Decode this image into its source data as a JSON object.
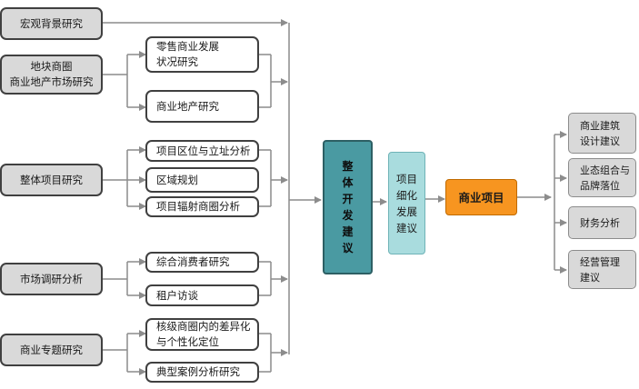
{
  "left_boxes": {
    "macro": "宏观背景研究",
    "site": "地块商圈\n商业地产市场研究",
    "whole": "整体项目研究",
    "survey": "市场调研分析",
    "topic": "商业专题研究"
  },
  "mid_boxes": {
    "retail": "零售商业发展\n状况研究",
    "realestate": "商业地产研究",
    "location": "项目区位与立址分析",
    "zoning": "区域规划",
    "radiation": "项目辐射商圈分析",
    "consumer": "综合消费者研究",
    "tenant": "租户访谈",
    "core": "核级商圈内的差异化\n与个性化定位",
    "cases": "典型案例分析研究"
  },
  "center": {
    "overall": "整\n体\n开\n发\n建\n议",
    "refine": "项目\n细化\n发展\n建议",
    "project": "商业项目"
  },
  "right_boxes": {
    "arch": "商业建筑\n设计建议",
    "brand": "业态组合与\n品牌落位",
    "finance": "财务分析",
    "ops": "经营管理\n建议"
  },
  "colors": {
    "line": "#8c8c8c",
    "grey_box": "#d9d9d9",
    "teal": "#4a9aa2",
    "light_teal": "#a9dcde",
    "orange": "#f79520"
  }
}
